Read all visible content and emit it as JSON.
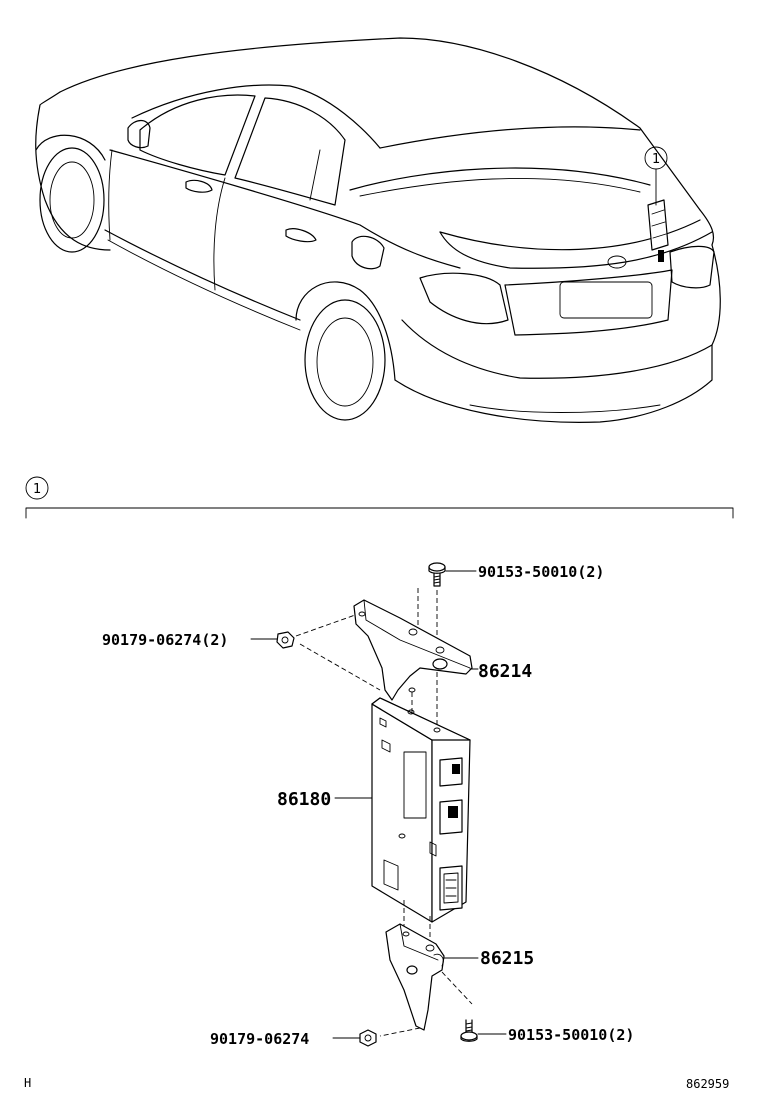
{
  "callout": {
    "number": "1"
  },
  "section": {
    "number": "1"
  },
  "parts": {
    "bolt_top": "90153-50010(2)",
    "nut_left": "90179-06274(2)",
    "bracket_upper": "86214",
    "module": "86180",
    "bracket_lower": "86215",
    "nut_bottom": "90179-06274",
    "bolt_bottom": "90153-50010(2)"
  },
  "footer": {
    "left_code": "H",
    "right_code": "862959"
  }
}
